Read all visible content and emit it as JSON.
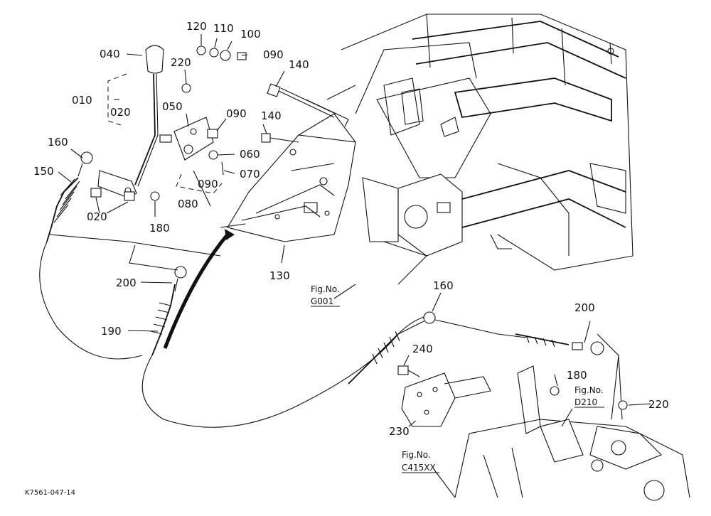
{
  "diagram": {
    "drawing_code": "K7561-047-14",
    "colors": {
      "line": "#111111",
      "background": "#ffffff"
    },
    "part_labels": {
      "p040": "040",
      "p120": "120",
      "p110": "110",
      "p100": "100",
      "p090a": "090",
      "p220a": "220",
      "p140a": "140",
      "p010": "010",
      "p020a": "020",
      "p050": "050",
      "p090b": "090",
      "p140b": "140",
      "p160a": "160",
      "p060": "060",
      "p070": "070",
      "p150": "150",
      "p090c": "090",
      "p020b": "020",
      "p080": "080",
      "p180a": "180",
      "p130": "130",
      "p200a": "200",
      "p190": "190",
      "p160b": "160",
      "p200b": "200",
      "p240": "240",
      "p180b": "180",
      "p220b": "220",
      "p230": "230"
    },
    "figure_refs": {
      "g001_label": "Fig.No.",
      "g001_code": "G001",
      "d210_label": "Fig.No.",
      "d210_code": "D210",
      "c415_label": "Fig.No.",
      "c415_code": "C415XX"
    }
  }
}
